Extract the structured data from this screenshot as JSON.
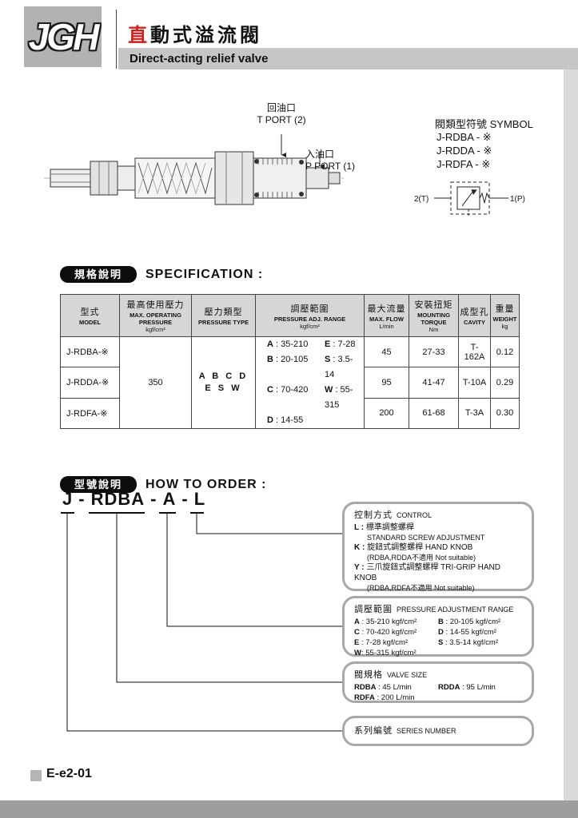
{
  "colors": {
    "accent_red": "#cf1f1f",
    "header_bar_gray": "#c6c6c6",
    "pill_black": "#0d0d0d"
  },
  "page": {
    "logo_text": "JGH",
    "title_zh_accent": "直",
    "title_zh_rest": "動式溢流閥",
    "title_en": "Direct-acting relief valve",
    "footer_code": "E-e2-01"
  },
  "drawing": {
    "t_port_zh": "回油口",
    "t_port_en": "T PORT (2)",
    "p_port_zh": "入油口",
    "p_port_en": "P PORT (1)"
  },
  "symbol": {
    "title_zh": "閥類型符號",
    "title_en": "SYMBOL",
    "models": [
      "J-RDBA - ※",
      "J-RDDA - ※",
      "J-RDFA - ※"
    ],
    "port_left": "2(T)",
    "port_right": "1(P)"
  },
  "spec": {
    "pill": "規格說明",
    "heading": "SPECIFICATION :",
    "columns": [
      {
        "zh": "型式",
        "en": "MODEL",
        "unit": ""
      },
      {
        "zh": "最高使用壓力",
        "en": "MAX. OPERATING PRESSURE",
        "unit": "kgf/cm²"
      },
      {
        "zh": "壓力類型",
        "en": "PRESSURE TYPE",
        "unit": ""
      },
      {
        "zh": "調壓範圍",
        "en": "PRESSURE ADJ. RANGE",
        "unit": "kgf/cm²"
      },
      {
        "zh": "最大流量",
        "en": "MAX. FLOW",
        "unit": "L/min"
      },
      {
        "zh": "安裝扭矩",
        "en": "MOUNTING TORQUE",
        "unit": "Nm"
      },
      {
        "zh": "成型孔",
        "en": "CAVITY",
        "unit": ""
      },
      {
        "zh": "重量",
        "en": "WEIGHT",
        "unit": "kg"
      }
    ],
    "max_pressure": "350",
    "pressure_type_line1": "A B C D",
    "pressure_type_line2": "E S W",
    "adj_left": [
      {
        "k": "A",
        "v": " : 35-210"
      },
      {
        "k": "B",
        "v": " : 20-105"
      },
      {
        "k": "C",
        "v": " : 70-420"
      },
      {
        "k": "D",
        "v": " : 14-55"
      }
    ],
    "adj_right": [
      {
        "k": "E",
        "v": " : 7-28"
      },
      {
        "k": "S",
        "v": " : 3.5-14"
      },
      {
        "k": "W",
        "v": " : 55-315"
      }
    ],
    "rows": [
      {
        "model": "J-RDBA-※",
        "flow": "45",
        "torque": "27-33",
        "cavity": "T-162A",
        "weight": "0.12"
      },
      {
        "model": "J-RDDA-※",
        "flow": "95",
        "torque": "41-47",
        "cavity": "T-10A",
        "weight": "0.29"
      },
      {
        "model": "J-RDFA-※",
        "flow": "200",
        "torque": "61-68",
        "cavity": "T-3A",
        "weight": "0.30"
      }
    ]
  },
  "order": {
    "pill": "型號說明",
    "heading": "HOW TO ORDER :",
    "code": {
      "s1": "J",
      "sep1": "-",
      "s2": "RDBA",
      "sep2": "-",
      "s3": "A",
      "sep3": "-",
      "s4": "L"
    },
    "control": {
      "title_zh": "控制方式",
      "title_en": "CONTROL",
      "items": [
        {
          "k": "L :",
          "text": "標準調整螺桿",
          "note": "STANDARD SCREW ADJUSTMENT"
        },
        {
          "k": "K :",
          "text": "旋鈕式調整螺桿 HAND KNOB",
          "note": "(RDBA,RDDA不適用 Not suitable)"
        },
        {
          "k": "Y :",
          "text": "三爪旋鈕式調整螺桿 TRI-GRIP HAND KNOB",
          "note": "(RDBA,RDFA不適用 Not suitable)"
        }
      ]
    },
    "range": {
      "title_zh": "調壓範圍",
      "title_en": "PRESSURE ADJUSTMENT RANGE",
      "left": [
        {
          "k": "A",
          "v": " : 35-210 kgf/cm²"
        },
        {
          "k": "C",
          "v": " : 70-420 kgf/cm²"
        },
        {
          "k": "E",
          "v": " : 7-28 kgf/cm²"
        },
        {
          "k": "W",
          "v": ": 55-315 kgf/cm²"
        }
      ],
      "right": [
        {
          "k": "B",
          "v": " : 20-105 kgf/cm²"
        },
        {
          "k": "D",
          "v": " : 14-55 kgf/cm²"
        },
        {
          "k": "S",
          "v": " : 3.5-14 kgf/cm²"
        }
      ]
    },
    "size": {
      "title_zh": "閥規格",
      "title_en": "VALVE SIZE",
      "items": [
        {
          "k": "RDBA",
          "v": " : 45 L/min"
        },
        {
          "k": "RDDA",
          "v": " : 95 L/min"
        },
        {
          "k": "RDFA",
          "v": " : 200 L/min"
        }
      ]
    },
    "series": {
      "title_zh": "系列編號",
      "title_en": "SERIES NUMBER"
    }
  }
}
